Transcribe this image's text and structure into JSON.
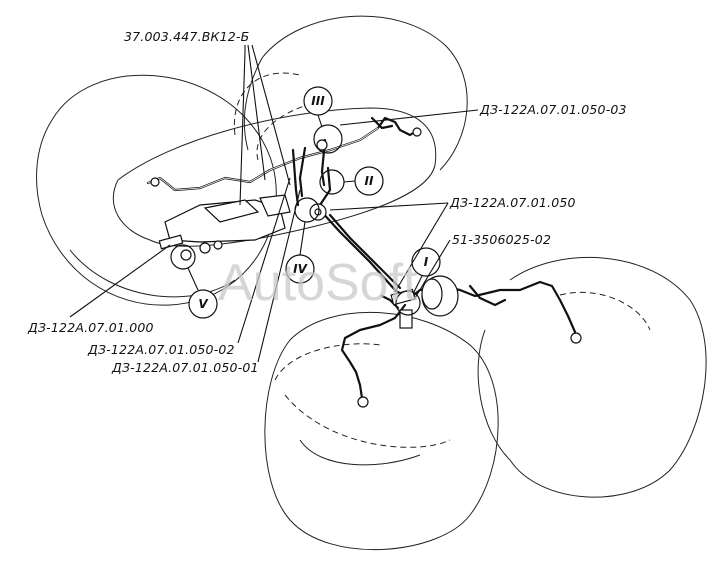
{
  "watermark": "AutoSoft",
  "labels": {
    "valve_block": "37.003.447.ВК12-Б",
    "pipe_050_03": "ДЗ-122А.07.01.050-03",
    "pipe_050": "ДЗ-122А.07.01.050",
    "hose": "51-3506025-02",
    "assembly_000": "ДЗ-122А.07.01.000",
    "pipe_050_02": "ДЗ-122А.07.01.050-02",
    "pipe_050_01": "ДЗ-122А.07.01.050-01"
  },
  "callouts": {
    "c1": "I",
    "c2": "II",
    "c3": "III",
    "c4": "IV",
    "c5": "V"
  }
}
